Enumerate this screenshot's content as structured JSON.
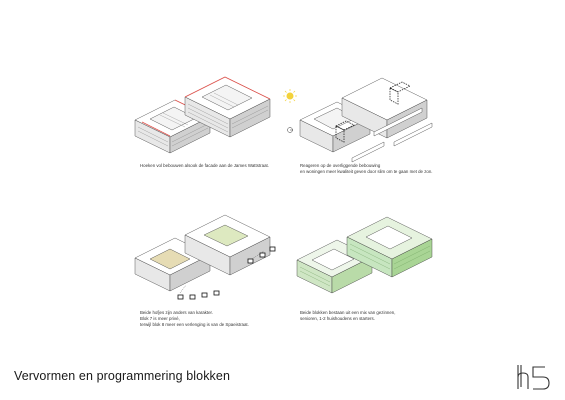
{
  "page": {
    "title": "Vervormen en programmering blokken",
    "logo_text": "h5"
  },
  "panels": [
    {
      "id": "top-left",
      "caption": "Hoeken vol bebouwen alsook de facade aan de James Wattstraat.",
      "accent": "#e0504a"
    },
    {
      "id": "top-right",
      "caption_lines": [
        "Reageren op de overliggende bebouwing",
        "en woningen meer kwaliteit geven door slim om te gaan met de zon."
      ],
      "accent": "#222222",
      "sun_color": "#f3d23a"
    },
    {
      "id": "bottom-left",
      "caption_lines": [
        "Beide hofjes zijn anders van karakter.",
        "Blok 7 is meer privé,",
        "terwijl blok 8 meer een verlenging is van de Spaeistraat."
      ],
      "accent": "#d6c99a",
      "accent2": "#d9e7b8"
    },
    {
      "id": "bottom-right",
      "caption_lines": [
        "Beide blokken bestaan uit een mix van gezinnen,",
        "senioren, 1-2 huishoudens en starters."
      ],
      "accent": "#9fd08a",
      "accent2": "#c7e6c0"
    }
  ]
}
